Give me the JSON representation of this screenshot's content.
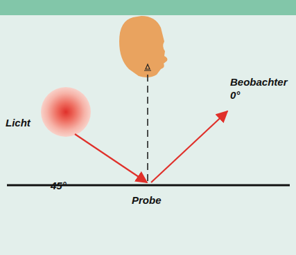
{
  "diagram": {
    "labels": [
      "Licht",
      "45°",
      "Beobachter",
      "0°",
      "Probe"
    ]
  }
}
